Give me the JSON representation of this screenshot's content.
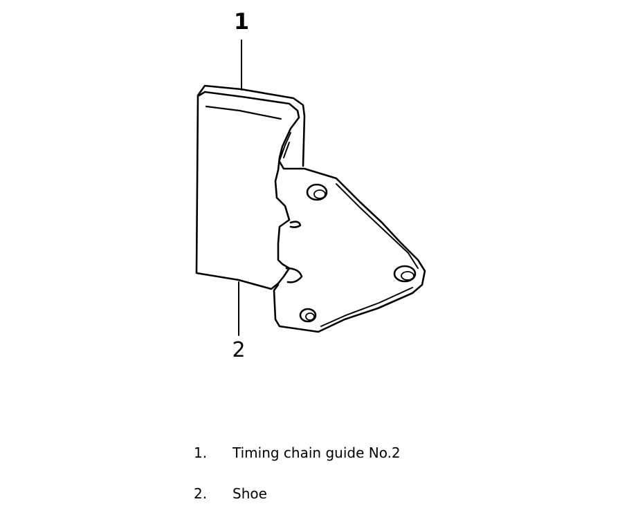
{
  "callouts": [
    {
      "number": "1"
    },
    {
      "number": "2"
    }
  ],
  "legend": [
    {
      "number": "1.",
      "label": "Timing chain guide No.2"
    },
    {
      "number": "2.",
      "label": "Shoe"
    }
  ]
}
